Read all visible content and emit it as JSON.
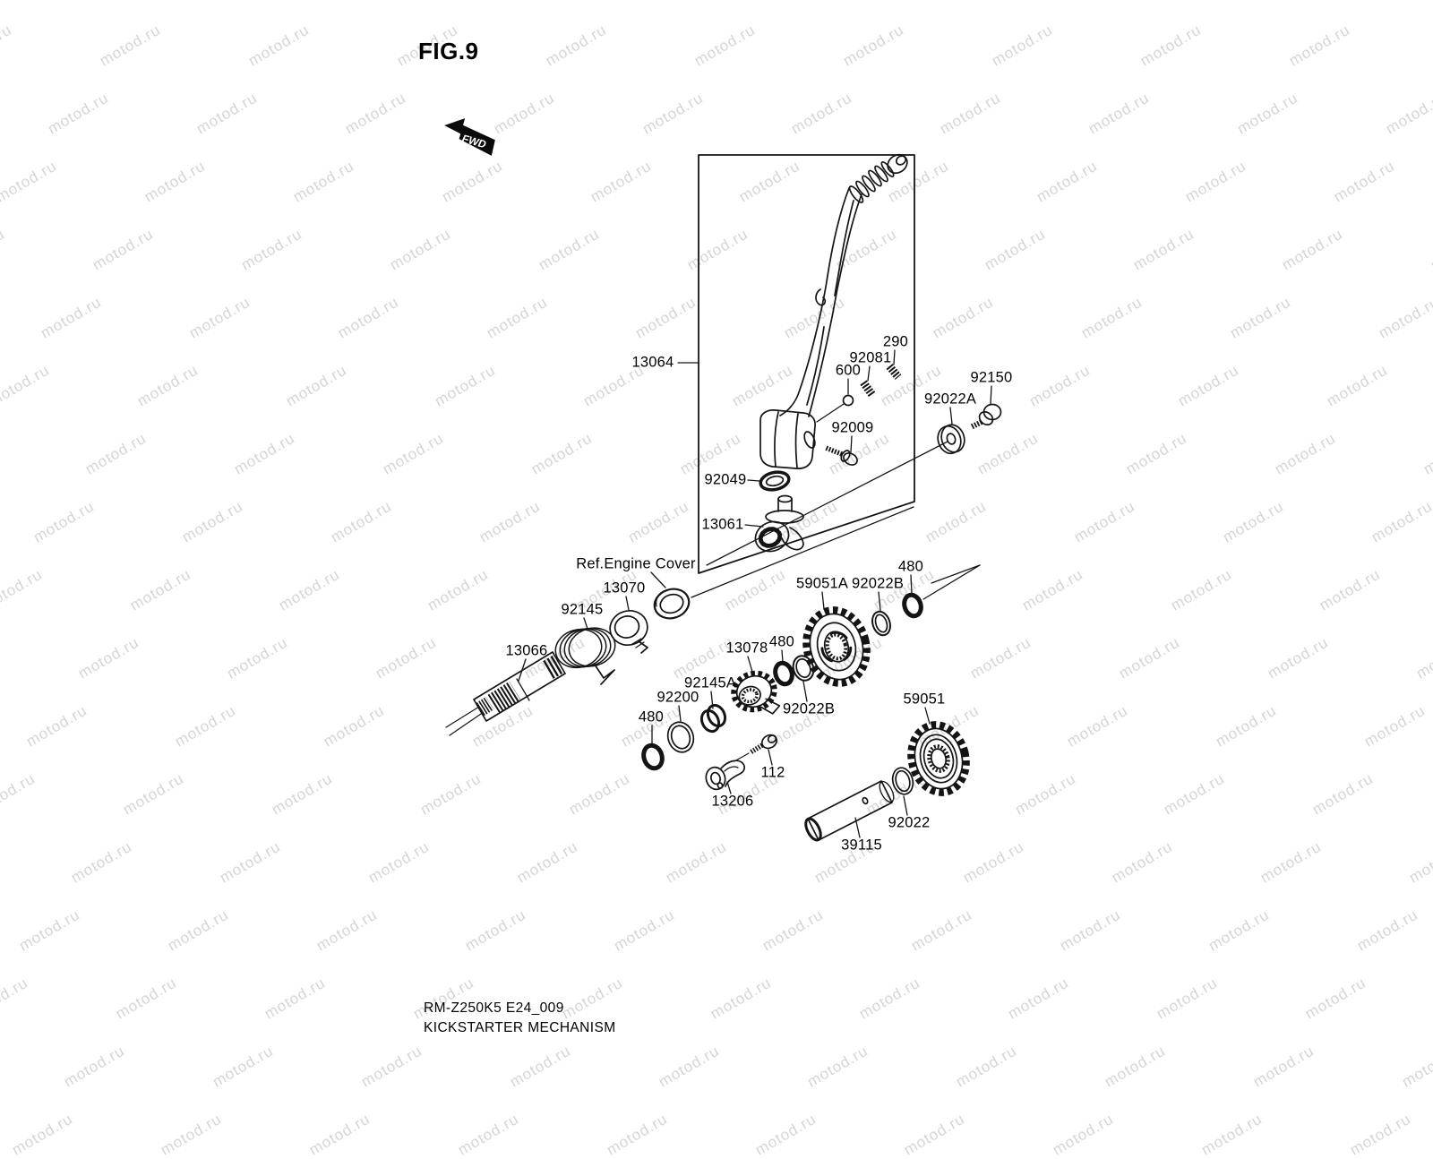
{
  "page": {
    "title": "FIG.9"
  },
  "fwd_marker": {
    "label": "FWD"
  },
  "watermark": {
    "text": "motod.ru",
    "color": "#d5d5d5"
  },
  "footer": {
    "line1": "RM-Z250K5 E24_009",
    "line2": "KICKSTARTER MECHANISM"
  },
  "part_labels": {
    "p13064": "13064",
    "p600": "600",
    "p92081": "92081",
    "p290": "290",
    "p92150": "92150",
    "p92022A": "92022A",
    "p92009": "92009",
    "p92049": "92049",
    "p13061": "13061",
    "ref_engine_cover": "Ref.Engine Cover",
    "p13070": "13070",
    "p92145": "92145",
    "p13066": "13066",
    "p59051A": "59051A",
    "p92022B_upper": "92022B",
    "p480_upper": "480",
    "p13078": "13078",
    "p480_mid": "480",
    "p92022B_lower": "92022B",
    "p92145A": "92145A",
    "p92200": "92200",
    "p480_left": "480",
    "p112": "112",
    "p13206": "13206",
    "p59051": "59051",
    "p39115": "39115",
    "p92022": "92022"
  }
}
